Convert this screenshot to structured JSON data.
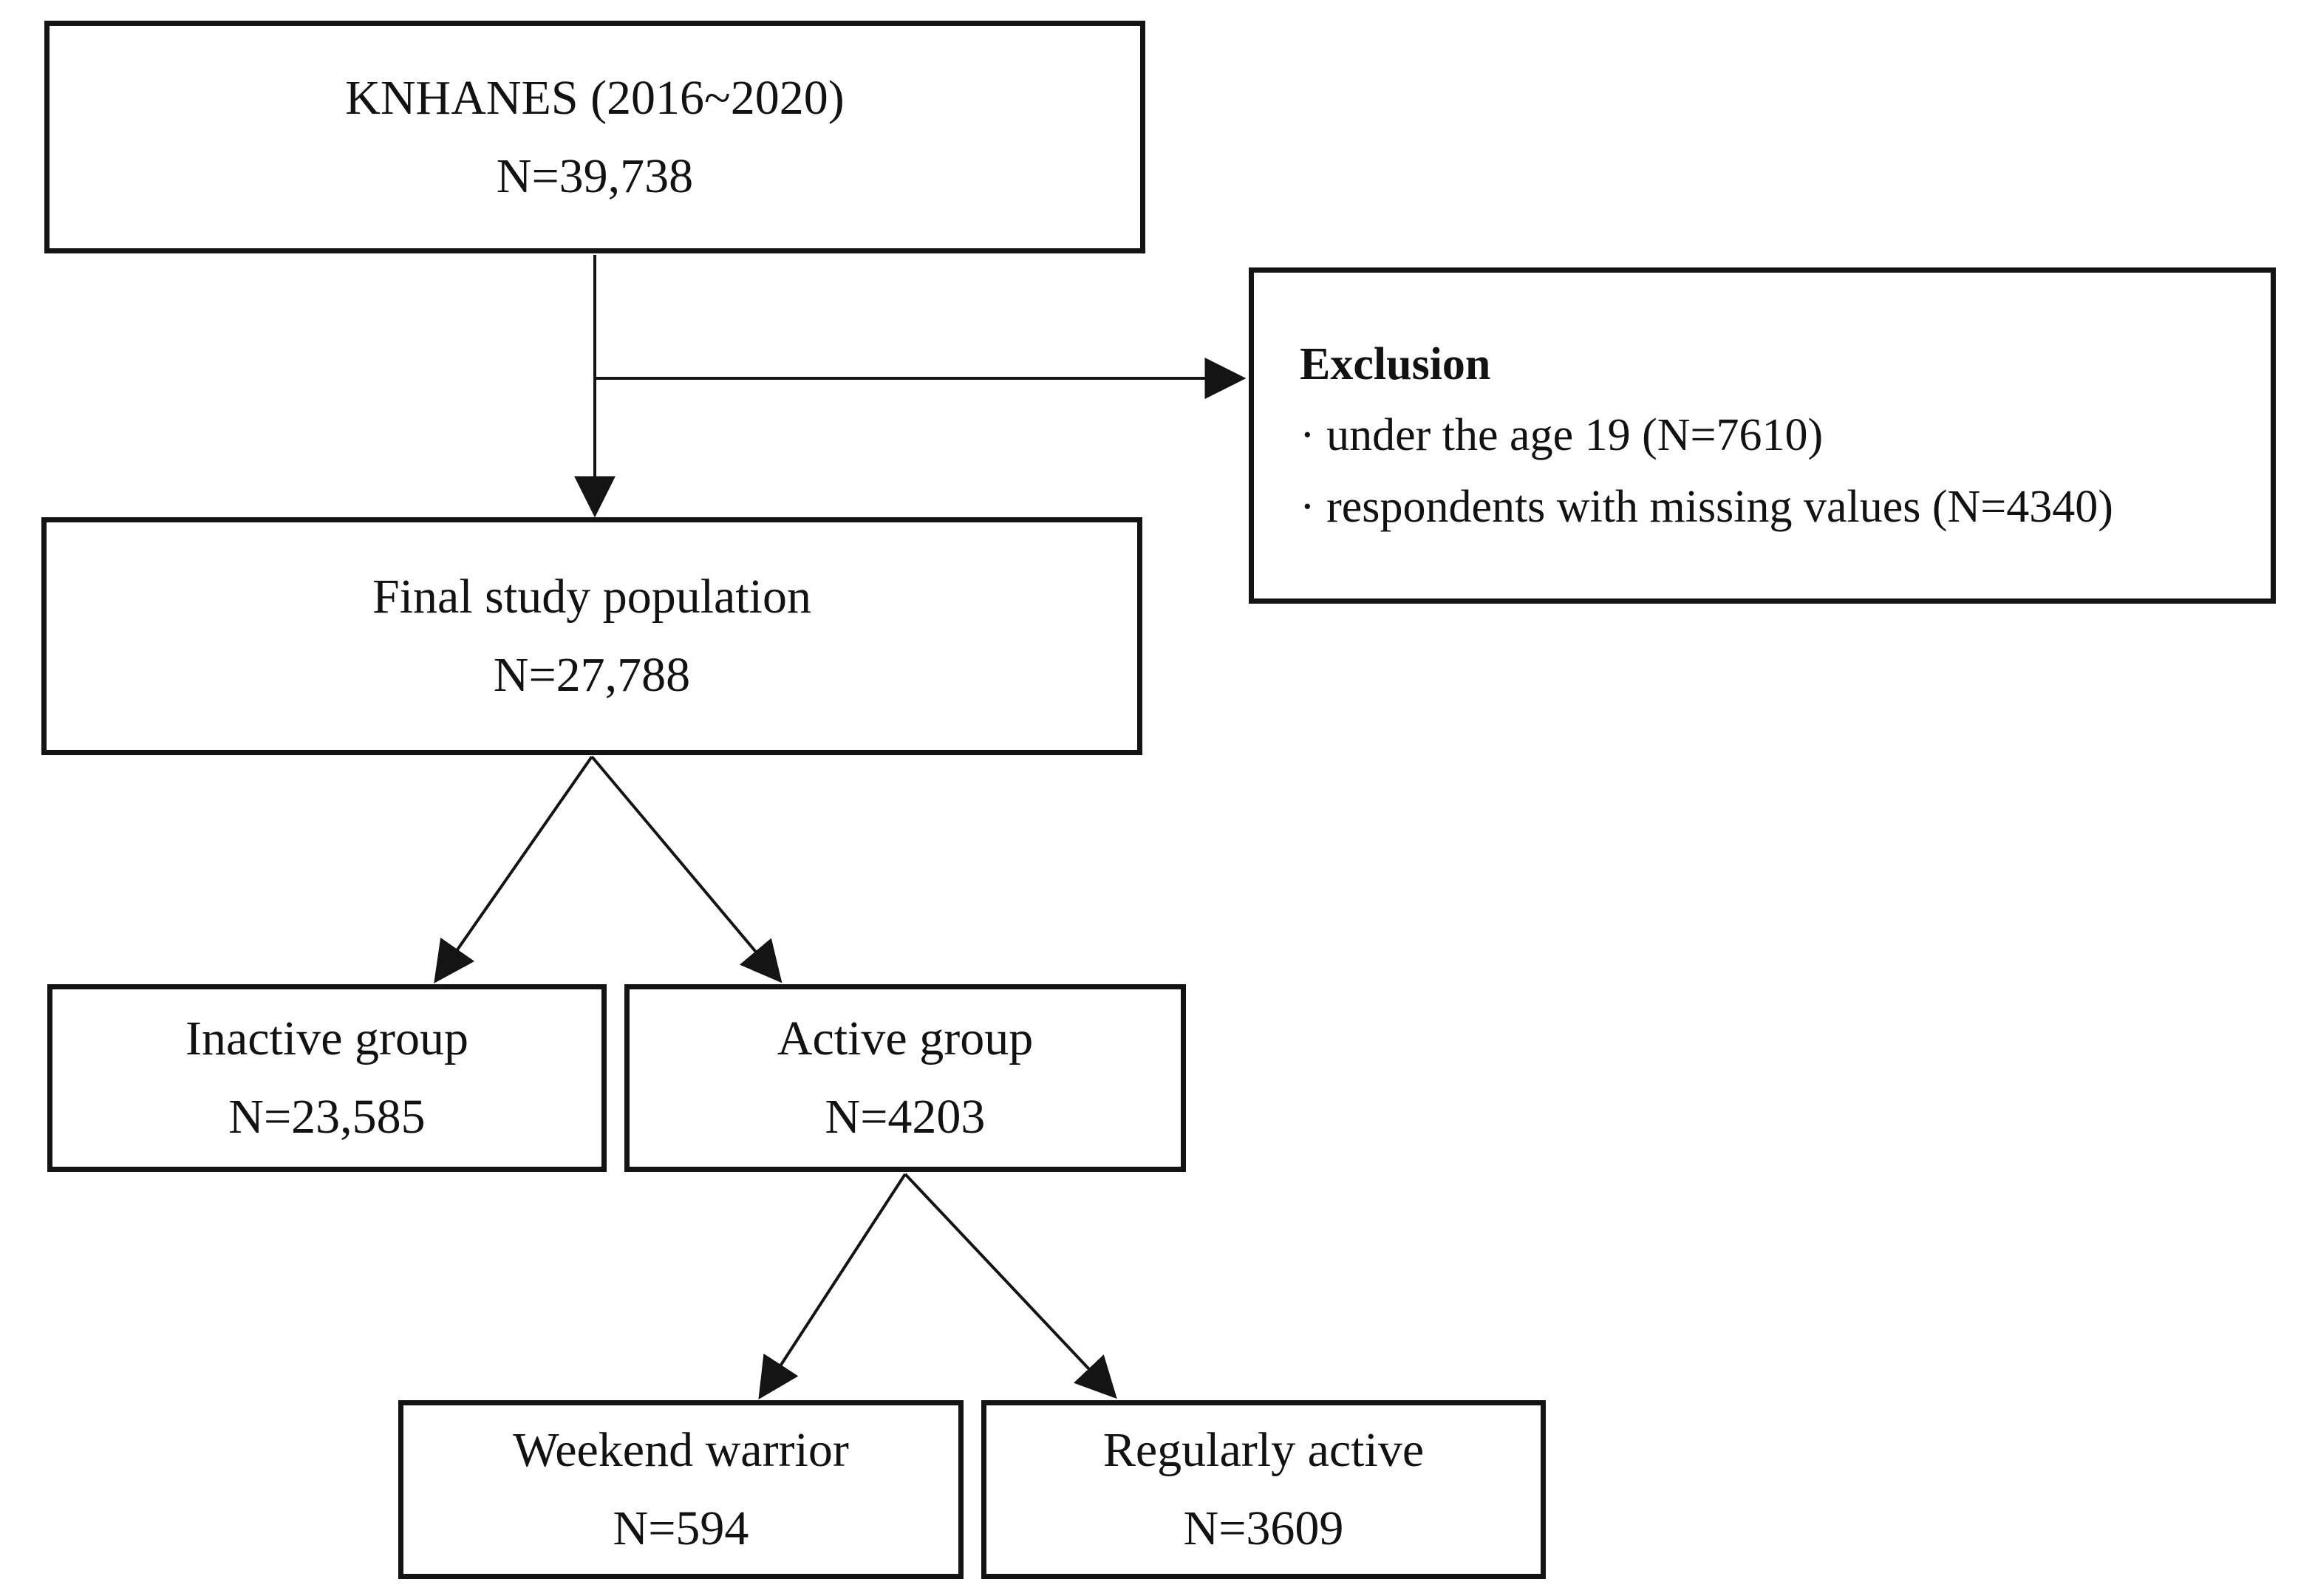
{
  "flowchart": {
    "top_box": {
      "label": "KNHANES (2016~2020)",
      "n": "N=39,738"
    },
    "exclusion_box": {
      "title": "Exclusion",
      "items": [
        "· under the age 19 (N=7610)",
        "· respondents with missing values (N=4340)"
      ]
    },
    "final_box": {
      "label": "Final study population",
      "n": "N=27,788"
    },
    "inactive_box": {
      "label": "Inactive group",
      "n": "N=23,585"
    },
    "active_box": {
      "label": "Active group",
      "n": "N=4203"
    },
    "weekend_box": {
      "label": "Weekend warrior",
      "n": "N=594"
    },
    "regular_box": {
      "label": "Regularly active",
      "n": "N=3609"
    },
    "colors": {
      "line": "#141414",
      "background": "#ffffff",
      "text": "#121212"
    }
  }
}
